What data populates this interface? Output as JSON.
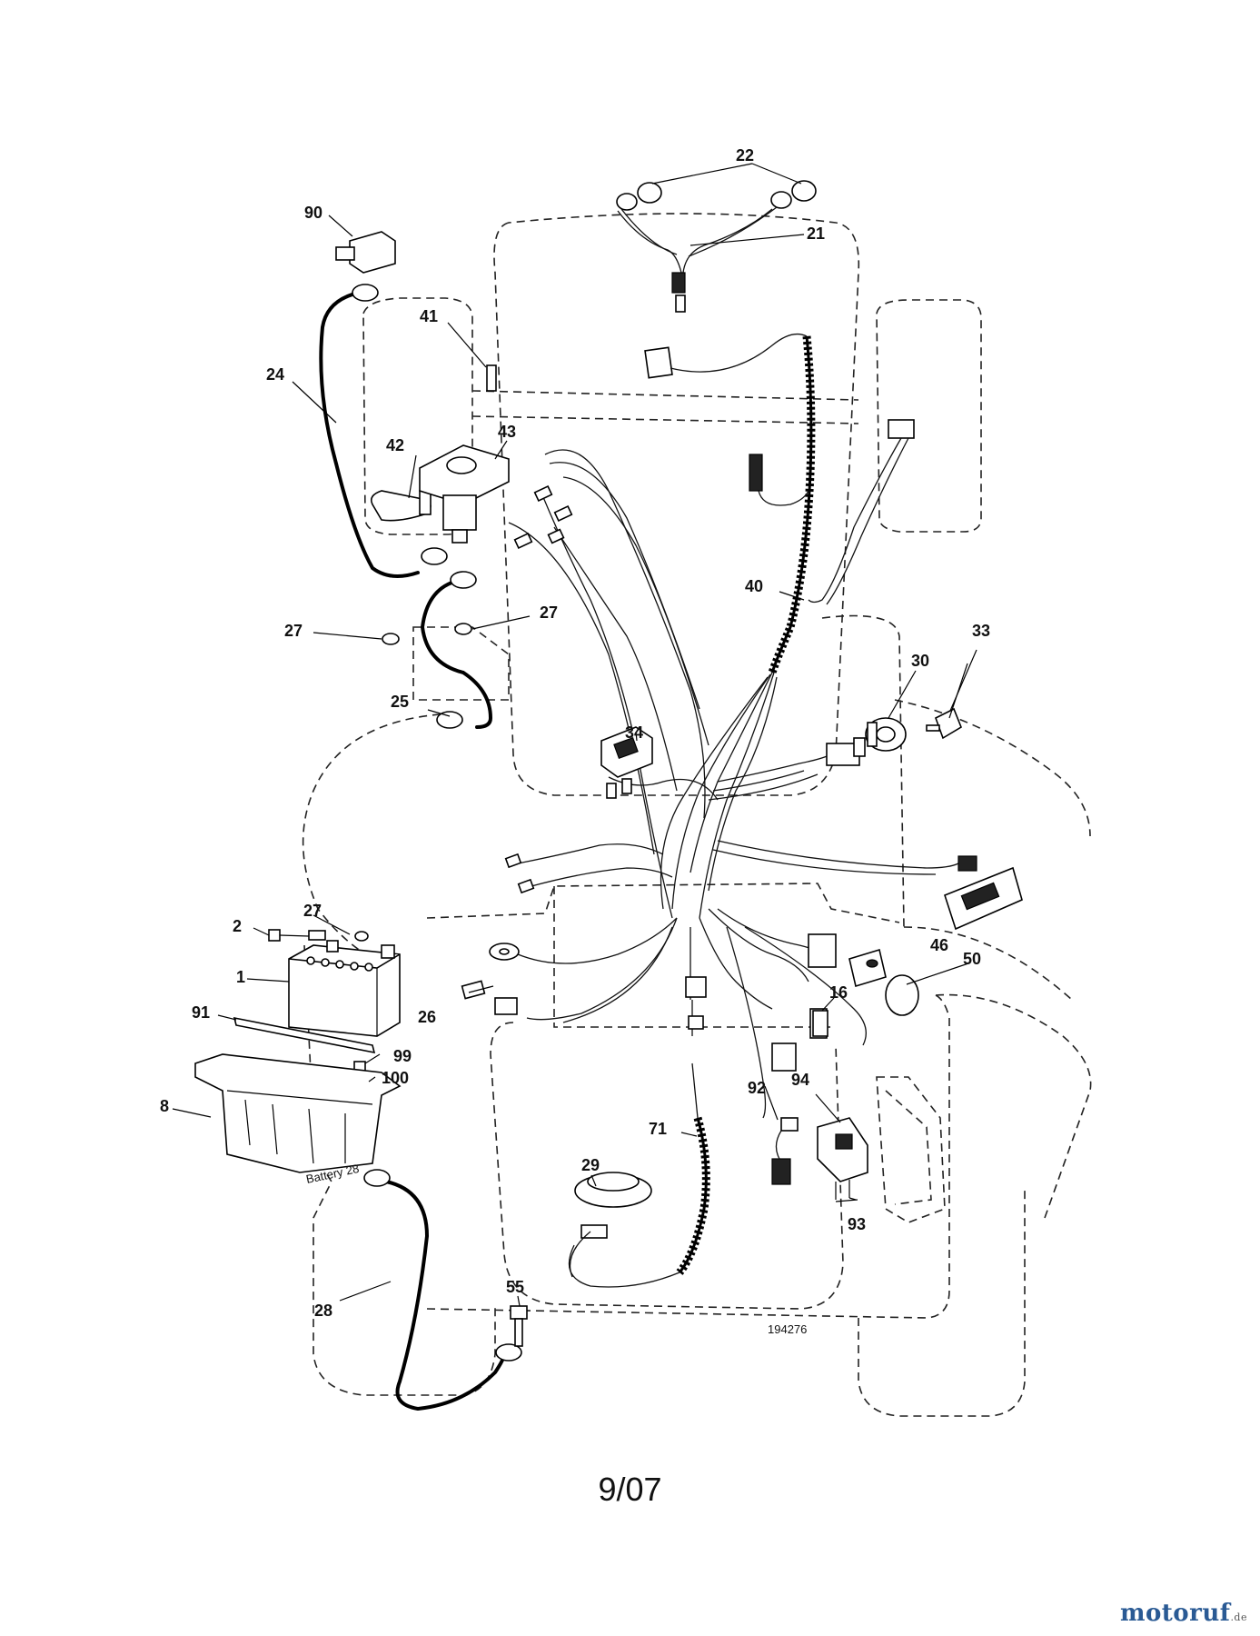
{
  "diagram": {
    "drawing_number": "194276",
    "page_label": "9/07",
    "watermark": {
      "name": "motoruf",
      "tld": ".de"
    },
    "battery_molded_text": "Battery 28",
    "callouts": {
      "c1": "1",
      "c2": "2",
      "c8": "8",
      "c16": "16",
      "c21": "21",
      "c22": "22",
      "c24": "24",
      "c25": "25",
      "c26": "26",
      "c27a": "27",
      "c27b": "27",
      "c27c": "27",
      "c28": "28",
      "c29": "29",
      "c30": "30",
      "c33": "33",
      "c34": "34",
      "c40": "40",
      "c41": "41",
      "c42": "42",
      "c43": "43",
      "c46": "46",
      "c50": "50",
      "c55": "55",
      "c71": "71",
      "c90": "90",
      "c91": "91",
      "c92": "92",
      "c93": "93",
      "c94": "94",
      "c99": "99",
      "c100": "100"
    }
  }
}
